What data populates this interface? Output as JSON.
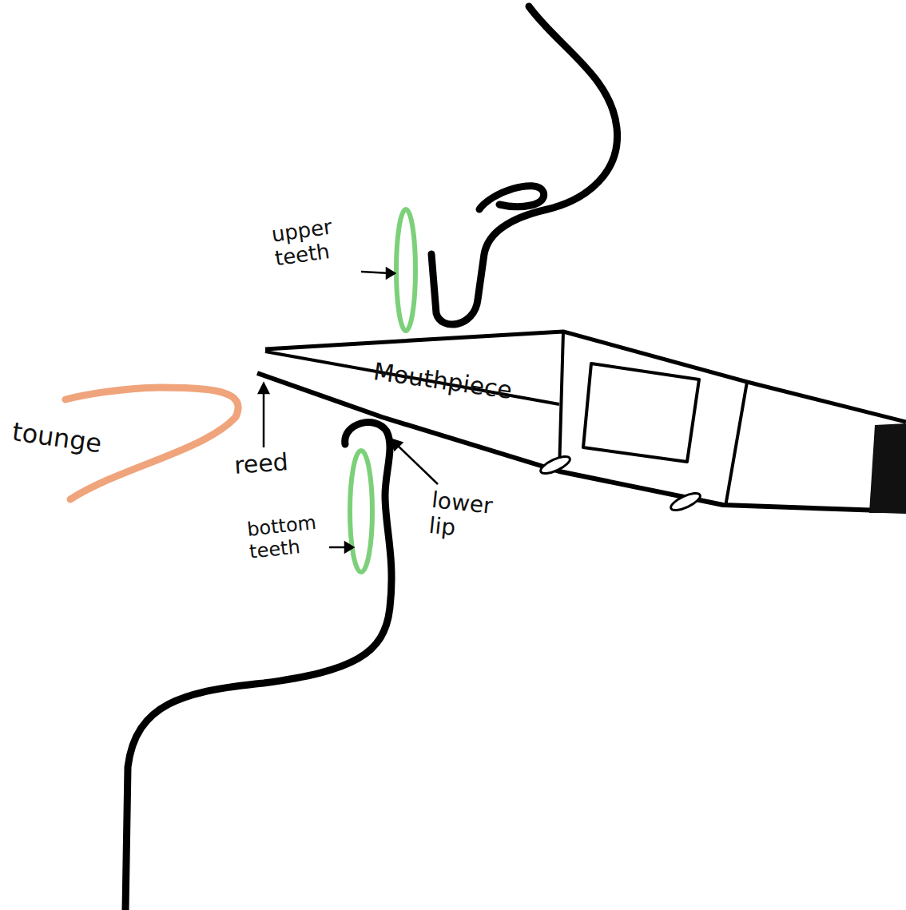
{
  "diagram": {
    "labels": [
      "upper teeth",
      "Mouthpiece",
      "tounge",
      "reed",
      "bottom teeth",
      "lower lip"
    ]
  }
}
